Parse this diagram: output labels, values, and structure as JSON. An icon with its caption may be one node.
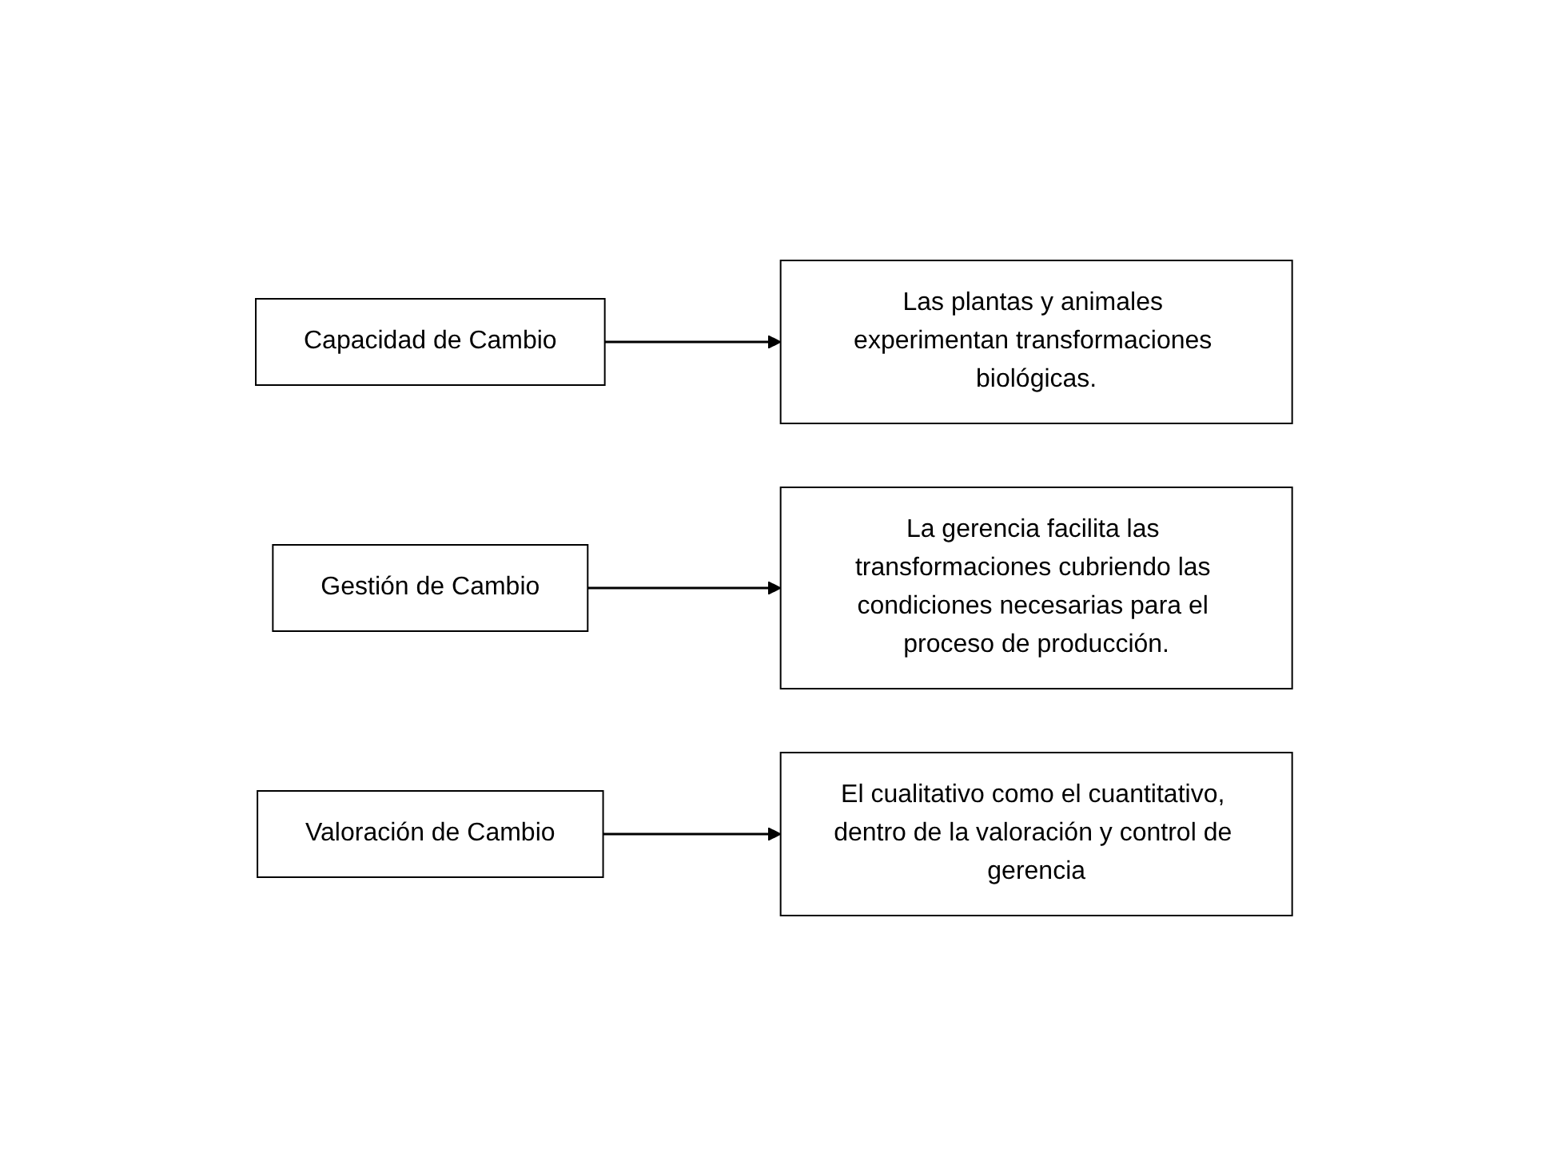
{
  "diagram": {
    "nodes": [
      {
        "text": [
          "Capacidad de Cambio"
        ]
      },
      {
        "text": [
          "Las plantas y animales experimentan transformaciones biológicas."
        ]
      },
      {
        "text": [
          "Gestión de Cambio"
        ]
      },
      {
        "text": [
          "La gerencia facilita las transformaciones cubriendo las condiciones necesarias para el proceso de producción."
        ]
      },
      {
        "text": [
          "Valoración de Cambio"
        ]
      },
      {
        "text": [
          "El cualitativo como el cuantitativo, dentro de la valoración y control de gerencia"
        ]
      }
    ],
    "edges": [
      {
        "from": 0,
        "to": 1,
        "arrow": "to"
      },
      {
        "from": 2,
        "to": 3,
        "arrow": "to"
      },
      {
        "from": 4,
        "to": 5,
        "arrow": "to"
      }
    ]
  }
}
